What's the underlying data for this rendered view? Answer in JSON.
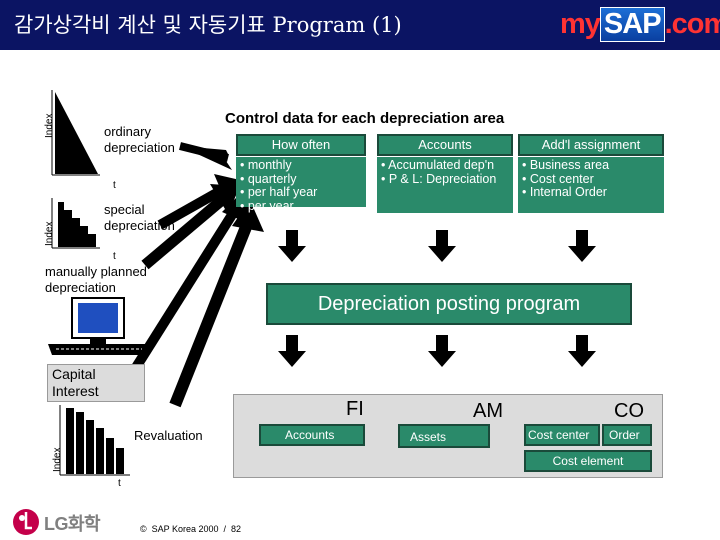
{
  "header": {
    "title": "감가상각비 계산 및 자동기표 Program (1)",
    "logo": {
      "my": "my",
      "sap": "SAP",
      "dotcom": ".com"
    }
  },
  "left": {
    "ordinary_label": "ordinary\ndepreciation",
    "special_label": "special\ndepreciation",
    "manual_label": "manually planned\ndepreciation",
    "capital_label": "Capital\nInterest",
    "revaluation_label": "Revaluation",
    "axis_index": "Index",
    "axis_t": "t"
  },
  "control": {
    "heading": "Control data for each depreciation area",
    "columns": [
      {
        "header": "How often",
        "items": [
          "• monthly",
          "• quarterly",
          "• per half year",
          "• per year"
        ]
      },
      {
        "header": "Accounts",
        "items": [
          "• Accumulated dep'n",
          "• P & L: Depreciation"
        ]
      },
      {
        "header": "Add'l assignment",
        "items": [
          "•  Business area",
          "•  Cost center",
          "•  Internal Order"
        ]
      }
    ]
  },
  "posting": {
    "title": "Depreciation posting program"
  },
  "modules": {
    "fi": "FI",
    "am": "AM",
    "co": "CO",
    "accounts": "Accounts",
    "assets": "Assets",
    "cost_center": "Cost center",
    "order": "Order",
    "cost_element": "Cost element"
  },
  "footer": {
    "lg_text": "LG화학",
    "copyright": "©  SAP Korea 2000  /  82"
  },
  "colors": {
    "navy": "#0b1463",
    "green": "#2a8a6a",
    "accent_red": "#ff3333"
  }
}
